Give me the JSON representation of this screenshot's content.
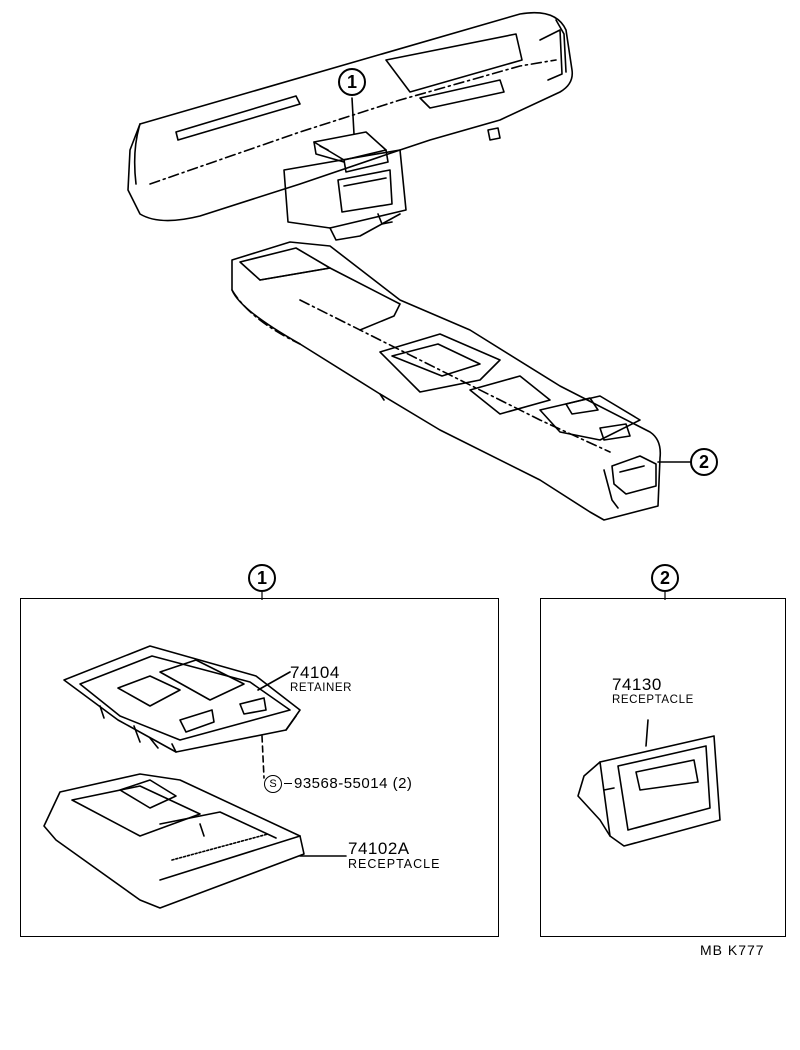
{
  "callouts": {
    "dash_ref": "1",
    "console_ref": "2",
    "panel1_ref": "1",
    "panel2_ref": "2"
  },
  "panel1": {
    "retainer": {
      "part_no": "74104",
      "name": "RETAINER"
    },
    "screw": {
      "symbol": "S",
      "part_no": "93568-55014 (2)"
    },
    "receptacle": {
      "part_no": "74102A",
      "name": "RECEPTACLE"
    }
  },
  "panel2": {
    "receptacle": {
      "part_no": "74130",
      "name": "RECEPTACLE"
    }
  },
  "footer": {
    "code": "MB  K777"
  }
}
